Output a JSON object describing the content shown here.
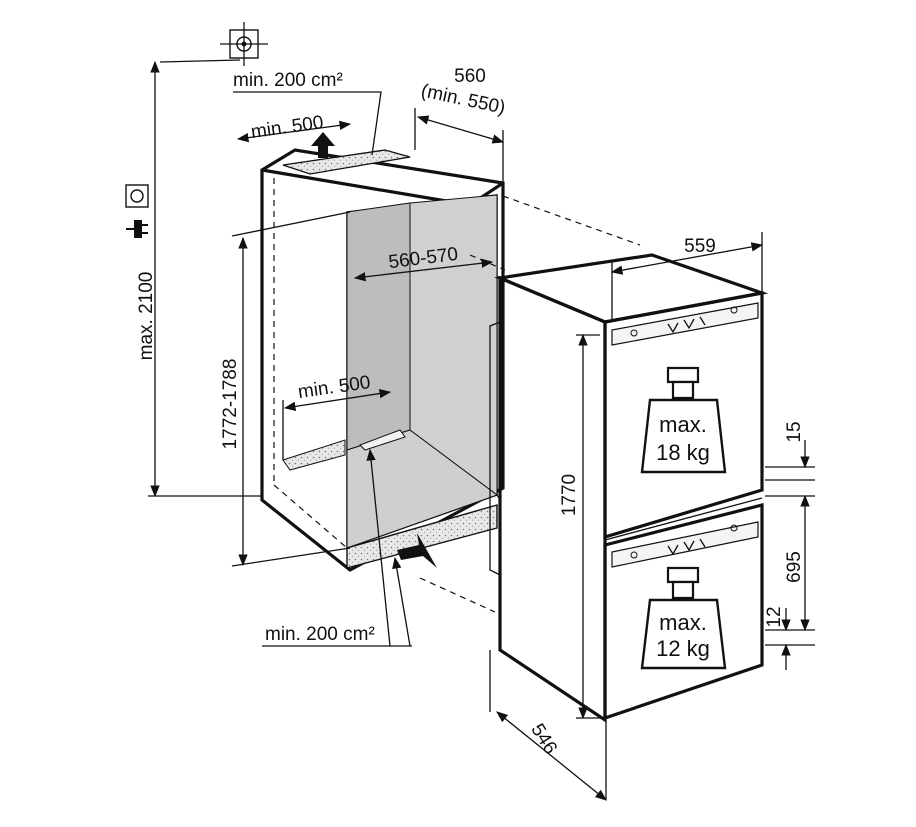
{
  "labels": {
    "vent_top": "min. 200 cm²",
    "vent_top_width": "min. 500",
    "niche_depth": "560",
    "niche_depth_min": "(min. 550)",
    "max_height": "max. 2100",
    "inner_width": "560-570",
    "niche_height": "1772-1788",
    "vent_bottom_width": "min. 500",
    "vent_bottom": "min. 200 cm²",
    "appliance_width": "559",
    "appliance_height": "1770",
    "appliance_depth": "546",
    "gap_top": "15",
    "door_bottom": "695",
    "gap_bottom": "12",
    "load_top_line1": "max.",
    "load_top_line2": "18 kg",
    "load_bottom_line1": "max.",
    "load_bottom_line2": "12 kg"
  },
  "icons": [
    "water-connection-icon",
    "power-socket-icon",
    "power-plug-icon",
    "weight-icon",
    "arrow-icon"
  ]
}
